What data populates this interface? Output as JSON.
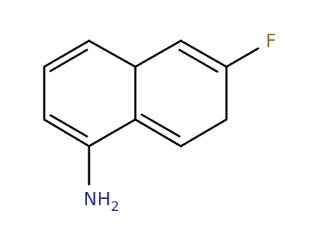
{
  "molecule": {
    "atoms": {
      "fluorine": {
        "symbol": "F",
        "color": "#8b6b1f"
      },
      "amine": {
        "symbol": "NH",
        "subscript": "2",
        "color": "#2b2b8f"
      }
    },
    "bond_color": "#000000",
    "background": "#ffffff"
  }
}
